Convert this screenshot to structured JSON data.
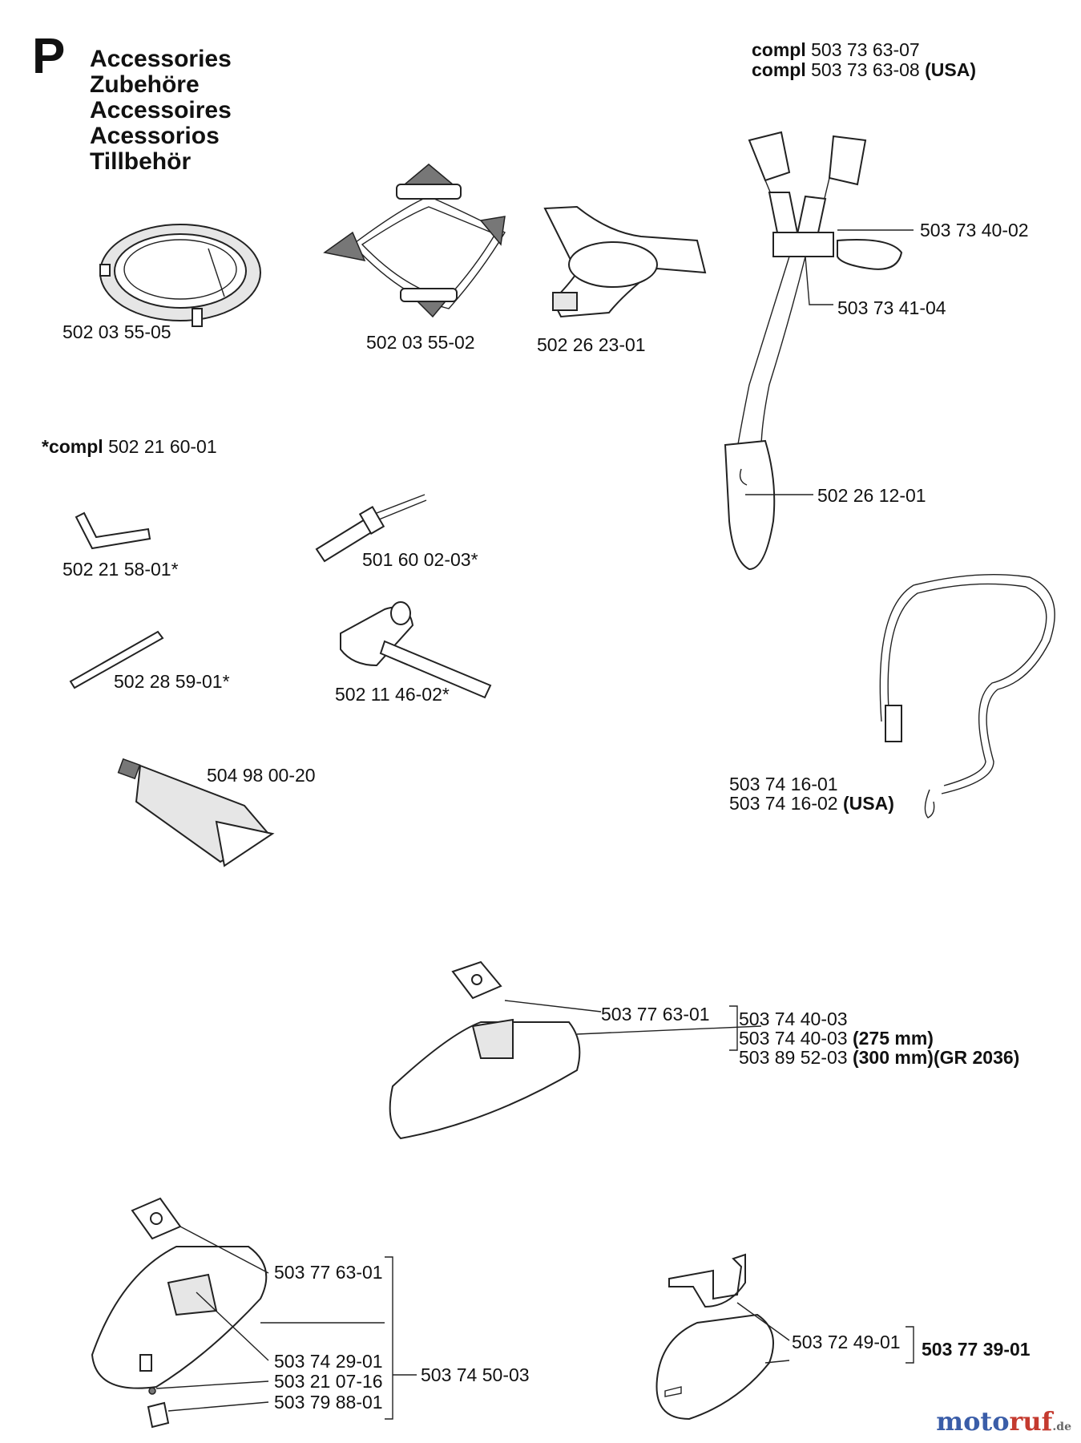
{
  "section": "P",
  "titles": [
    "Accessories",
    "Zubehöre",
    "Accessoires",
    "Acessorios",
    "Tillbehör"
  ],
  "harness": {
    "compl_label": "compl",
    "compl_1": "503 73 63-07",
    "compl_2": "503 73 63-08",
    "compl_2_suffix": "(USA)"
  },
  "parts": {
    "p1": "502 03 55-05",
    "p2": "502 03 55-02",
    "p3": "502 26 23-01",
    "p4": "503 73 40-02",
    "p5": "503 73 41-04",
    "p6": "502 26 12-01",
    "toolset_label": "*compl",
    "toolset": "502 21 60-01",
    "p7": "502 21 58-01*",
    "p8": "501 60 02-03*",
    "p9": "502 28 59-01*",
    "p10": "502 11 46-02*",
    "p11": "504 98 00-20",
    "p12": "503 74 16-01",
    "p13": "503 74 16-02",
    "p13_suffix": "(USA)",
    "g1_plate": "503 77 63-01",
    "g1_a": "503 74 40-03",
    "g1_b": "503 74 40-03",
    "g1_b_suffix": "(275 mm)",
    "g1_c": "503 89 52-03",
    "g1_c_suffix": "(300 mm)(GR 2036)",
    "g2_plate": "503 77 63-01",
    "g2_a": "503 74 29-01",
    "g2_b": "503 21 07-16",
    "g2_c": "503 79 88-01",
    "g2_compl": "503 74 50-03",
    "g3_bracket": "503 72 49-01",
    "g3_compl": "503 77 39-01"
  },
  "watermark": {
    "part1": "moto",
    "part2": "ruf",
    "part3": ".de"
  }
}
